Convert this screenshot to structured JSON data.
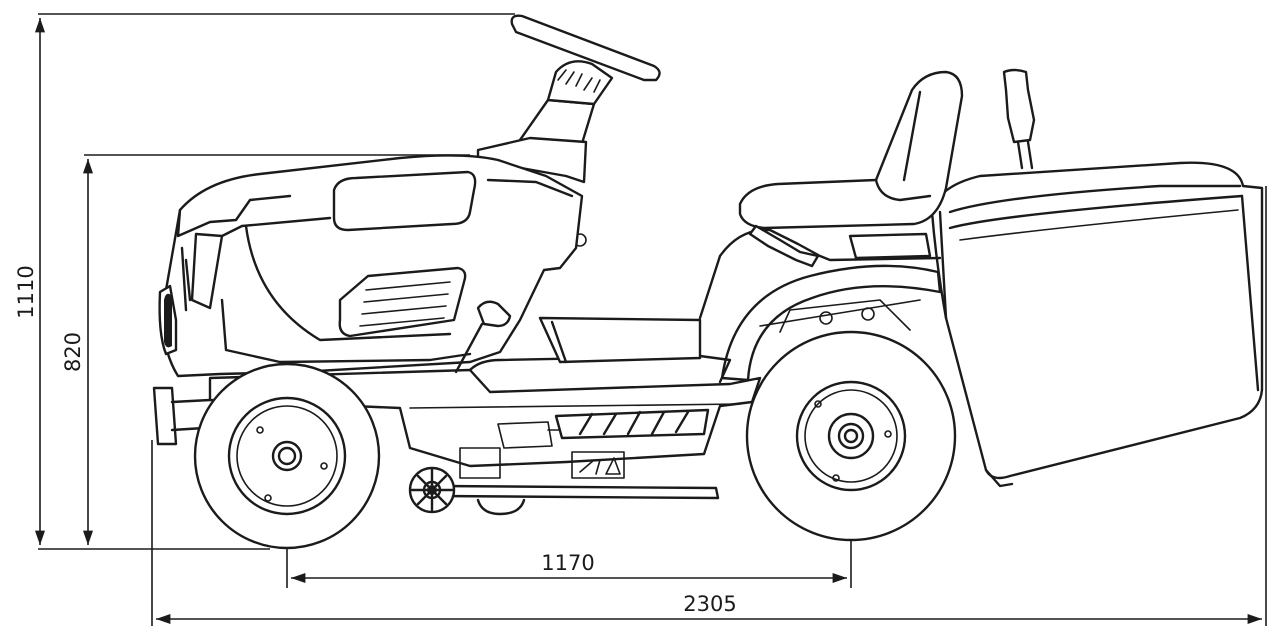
{
  "dimensions": {
    "overall_height": "1110",
    "seat_height": "820",
    "wheelbase": "1170",
    "overall_length": "2305"
  }
}
